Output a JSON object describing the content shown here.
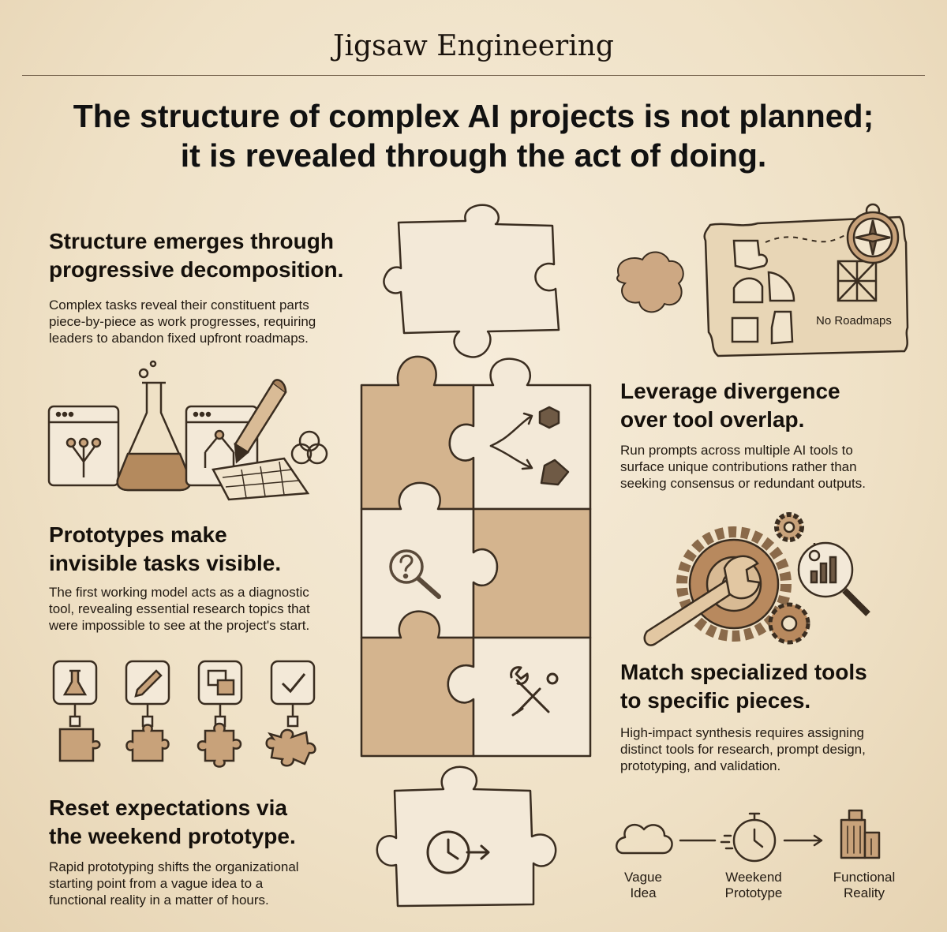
{
  "header": {
    "title": "Jigsaw Engineering",
    "headline_line1": "The structure of complex AI projects is not planned;",
    "headline_line2": "it is revealed through the act of doing."
  },
  "sections": {
    "decomposition": {
      "title_line1": "Structure emerges through",
      "title_line2": "progressive decomposition.",
      "body_line1": "Complex tasks reveal their constituent parts",
      "body_line2": "piece-by-piece as work progresses, requiring",
      "body_line3": "leaders to abandon fixed upfront roadmaps."
    },
    "prototypes": {
      "title_line1": "Prototypes make",
      "title_line2": "invisible tasks visible.",
      "body_line1": "The first working model acts as a diagnostic",
      "body_line2": "tool, revealing essential research topics that",
      "body_line3": "were impossible to see at the project's start."
    },
    "weekend": {
      "title_line1": "Reset expectations via",
      "title_line2": "the weekend prototype.",
      "body_line1": "Rapid prototyping shifts the organizational",
      "body_line2": "starting point from a vague idea to a",
      "body_line3": "functional reality in a matter of hours."
    },
    "divergence": {
      "title_line1": "Leverage divergence",
      "title_line2": "over tool overlap.",
      "body_line1": "Run prompts across multiple AI tools to",
      "body_line2": "surface unique contributions rather than",
      "body_line3": "seeking consensus or redundant outputs."
    },
    "specialized": {
      "title_line1": "Match specialized tools",
      "title_line2": "to specific pieces.",
      "body_line1": "High-impact synthesis requires assigning",
      "body_line2": "distinct tools for research, prompt design,",
      "body_line3": "prototyping, and validation."
    }
  },
  "map": {
    "label": "No Roadmaps"
  },
  "flow": {
    "step1_line1": "Vague",
    "step1_line2": "Idea",
    "step2_line1": "Weekend",
    "step2_line2": "Prototype",
    "step3_line1": "Functional",
    "step3_line2": "Reality"
  },
  "colors": {
    "ink": "#3a2d20",
    "piece_light": "#f3e9d8",
    "piece_dark": "#d4b48e",
    "paper": "#efe1c6"
  }
}
